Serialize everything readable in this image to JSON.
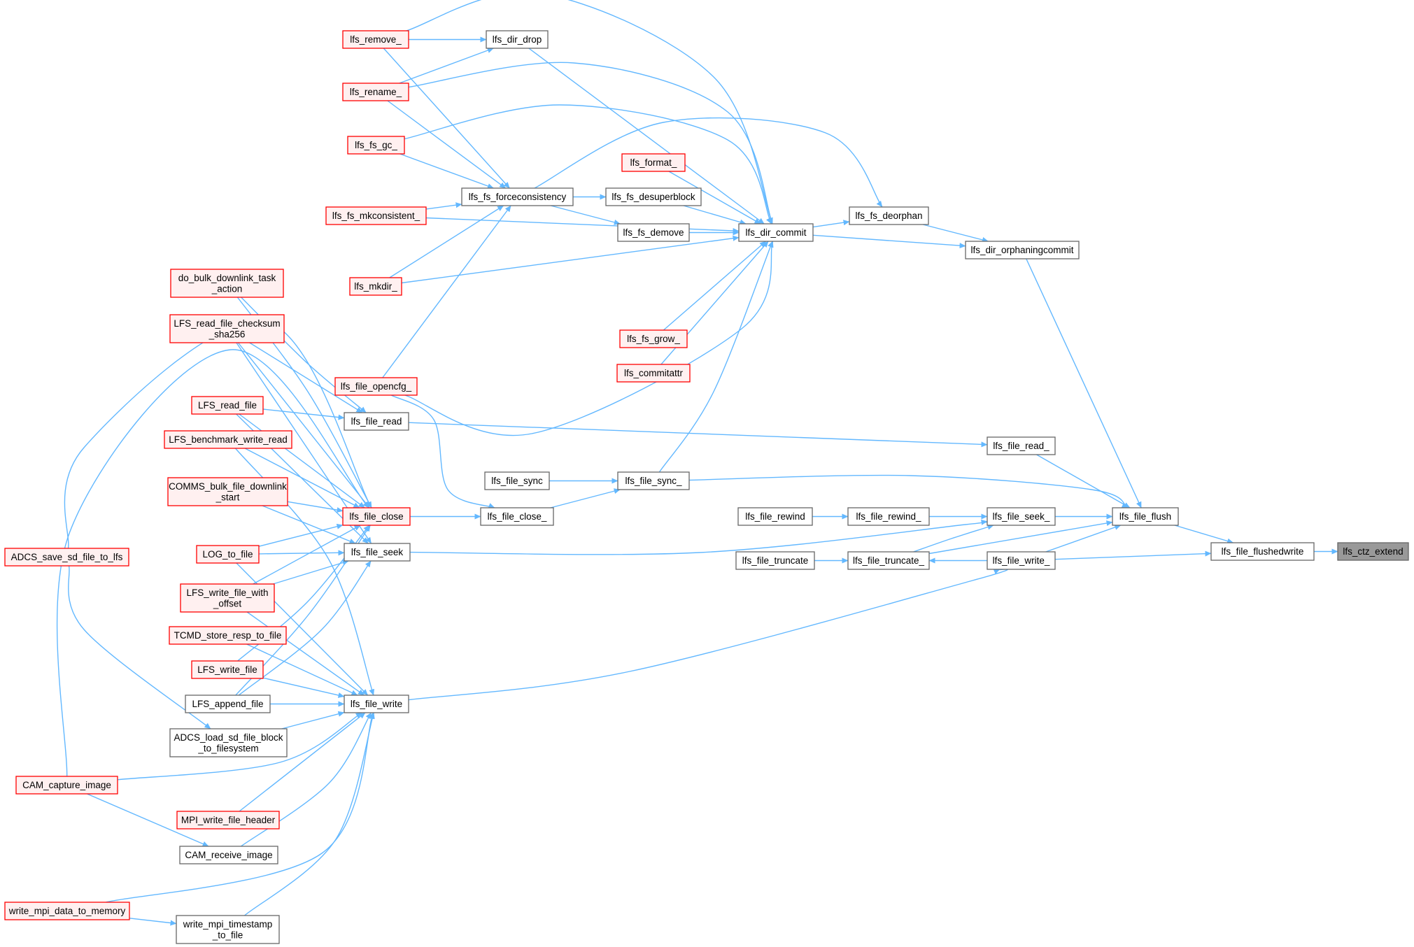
{
  "colors": {
    "edge": "#63b8ff",
    "node_fill": "#ffffff",
    "node_stroke": "#666666",
    "truncated_fill": "#fff0f0",
    "truncated_stroke": "#ff0000",
    "focus_fill": "#999999",
    "focus_stroke": "#666666"
  },
  "nodes": [
    {
      "id": "lfs_ctz_extend",
      "label": [
        "lfs_ctz_extend"
      ],
      "style": "focus"
    },
    {
      "id": "lfs_file_flushedwrite",
      "label": [
        "lfs_file_flushedwrite"
      ],
      "style": "normal"
    },
    {
      "id": "lfs_file_flush",
      "label": [
        "lfs_file_flush"
      ],
      "style": "normal"
    },
    {
      "id": "lfs_dir_orphaningcommit",
      "label": [
        "lfs_dir_orphaningcommit"
      ],
      "style": "normal"
    },
    {
      "id": "lfs_file_read_",
      "label": [
        "lfs_file_read_"
      ],
      "style": "normal"
    },
    {
      "id": "lfs_file_seek_",
      "label": [
        "lfs_file_seek_"
      ],
      "style": "normal"
    },
    {
      "id": "lfs_file_write_",
      "label": [
        "lfs_file_write_"
      ],
      "style": "normal"
    },
    {
      "id": "lfs_fs_deorphan",
      "label": [
        "lfs_fs_deorphan"
      ],
      "style": "normal"
    },
    {
      "id": "lfs_dir_commit",
      "label": [
        "lfs_dir_commit"
      ],
      "style": "normal"
    },
    {
      "id": "lfs_file_sync_",
      "label": [
        "lfs_file_sync_"
      ],
      "style": "normal"
    },
    {
      "id": "lfs_file_rewind_",
      "label": [
        "lfs_file_rewind_"
      ],
      "style": "normal"
    },
    {
      "id": "lfs_file_truncate_",
      "label": [
        "lfs_file_truncate_"
      ],
      "style": "normal"
    },
    {
      "id": "lfs_file_rewind",
      "label": [
        "lfs_file_rewind"
      ],
      "style": "normal"
    },
    {
      "id": "lfs_file_truncate",
      "label": [
        "lfs_file_truncate"
      ],
      "style": "normal"
    },
    {
      "id": "lfs_dir_drop",
      "label": [
        "lfs_dir_drop"
      ],
      "style": "normal"
    },
    {
      "id": "lfs_format_",
      "label": [
        "lfs_format_"
      ],
      "style": "truncated"
    },
    {
      "id": "lfs_fs_desuperblock",
      "label": [
        "lfs_fs_desuperblock"
      ],
      "style": "normal"
    },
    {
      "id": "lfs_fs_demove",
      "label": [
        "lfs_fs_demove"
      ],
      "style": "normal"
    },
    {
      "id": "lfs_fs_grow_",
      "label": [
        "lfs_fs_grow_"
      ],
      "style": "truncated"
    },
    {
      "id": "lfs_commitattr",
      "label": [
        "lfs_commitattr"
      ],
      "style": "truncated"
    },
    {
      "id": "lfs_file_sync",
      "label": [
        "lfs_file_sync"
      ],
      "style": "normal"
    },
    {
      "id": "lfs_file_close_",
      "label": [
        "lfs_file_close_"
      ],
      "style": "normal"
    },
    {
      "id": "lfs_fs_forceconsistency",
      "label": [
        "lfs_fs_forceconsistency"
      ],
      "style": "normal"
    },
    {
      "id": "lfs_remove_",
      "label": [
        "lfs_remove_"
      ],
      "style": "truncated"
    },
    {
      "id": "lfs_rename_",
      "label": [
        "lfs_rename_"
      ],
      "style": "truncated"
    },
    {
      "id": "lfs_fs_gc_",
      "label": [
        "lfs_fs_gc_"
      ],
      "style": "truncated"
    },
    {
      "id": "lfs_fs_mkconsistent_",
      "label": [
        "lfs_fs_mkconsistent_"
      ],
      "style": "truncated"
    },
    {
      "id": "lfs_mkdir_",
      "label": [
        "lfs_mkdir_"
      ],
      "style": "truncated"
    },
    {
      "id": "lfs_file_opencfg_",
      "label": [
        "lfs_file_opencfg_"
      ],
      "style": "truncated"
    },
    {
      "id": "lfs_file_read",
      "label": [
        "lfs_file_read"
      ],
      "style": "normal"
    },
    {
      "id": "lfs_file_close",
      "label": [
        "lfs_file_close"
      ],
      "style": "truncated"
    },
    {
      "id": "lfs_file_seek",
      "label": [
        "lfs_file_seek"
      ],
      "style": "normal"
    },
    {
      "id": "lfs_file_write",
      "label": [
        "lfs_file_write"
      ],
      "style": "normal"
    },
    {
      "id": "do_bulk_downlink_task_action",
      "label": [
        "do_bulk_downlink_task",
        "_action"
      ],
      "style": "truncated"
    },
    {
      "id": "LFS_read_file_checksum_sha256",
      "label": [
        "LFS_read_file_checksum",
        "_sha256"
      ],
      "style": "truncated"
    },
    {
      "id": "LFS_read_file",
      "label": [
        "LFS_read_file"
      ],
      "style": "truncated"
    },
    {
      "id": "LFS_benchmark_write_read",
      "label": [
        "LFS_benchmark_write_read"
      ],
      "style": "truncated"
    },
    {
      "id": "COMMS_bulk_file_downlink_start",
      "label": [
        "COMMS_bulk_file_downlink",
        "_start"
      ],
      "style": "truncated"
    },
    {
      "id": "LOG_to_file",
      "label": [
        "LOG_to_file"
      ],
      "style": "truncated"
    },
    {
      "id": "LFS_write_file_with_offset",
      "label": [
        "LFS_write_file_with",
        "_offset"
      ],
      "style": "truncated"
    },
    {
      "id": "TCMD_store_resp_to_file",
      "label": [
        "TCMD_store_resp_to_file"
      ],
      "style": "truncated"
    },
    {
      "id": "LFS_write_file",
      "label": [
        "LFS_write_file"
      ],
      "style": "truncated"
    },
    {
      "id": "LFS_append_file",
      "label": [
        "LFS_append_file"
      ],
      "style": "normal"
    },
    {
      "id": "ADCS_load_sd_file_block_to_filesystem",
      "label": [
        "ADCS_load_sd_file_block",
        "_to_filesystem"
      ],
      "style": "normal"
    },
    {
      "id": "MPI_write_file_header",
      "label": [
        "MPI_write_file_header"
      ],
      "style": "truncated"
    },
    {
      "id": "CAM_receive_image",
      "label": [
        "CAM_receive_image"
      ],
      "style": "normal"
    },
    {
      "id": "write_mpi_timestamp_to_file",
      "label": [
        "write_mpi_timestamp",
        "_to_file"
      ],
      "style": "normal"
    },
    {
      "id": "ADCS_save_sd_file_to_lfs",
      "label": [
        "ADCS_save_sd_file_to_lfs"
      ],
      "style": "truncated"
    },
    {
      "id": "CAM_capture_image",
      "label": [
        "CAM_capture_image"
      ],
      "style": "truncated"
    },
    {
      "id": "write_mpi_data_to_memory",
      "label": [
        "write_mpi_data_to_memory"
      ],
      "style": "truncated"
    }
  ],
  "edges": [
    [
      "lfs_file_flushedwrite",
      "lfs_ctz_extend"
    ],
    [
      "lfs_file_flush",
      "lfs_file_flushedwrite"
    ],
    [
      "lfs_file_write_",
      "lfs_file_flushedwrite"
    ],
    [
      "lfs_dir_orphaningcommit",
      "lfs_file_flush"
    ],
    [
      "lfs_file_read_",
      "lfs_file_flush"
    ],
    [
      "lfs_file_seek_",
      "lfs_file_flush"
    ],
    [
      "lfs_file_write_",
      "lfs_file_flush"
    ],
    [
      "lfs_file_sync_",
      "lfs_file_flush"
    ],
    [
      "lfs_file_truncate_",
      "lfs_file_flush"
    ],
    [
      "lfs_fs_deorphan",
      "lfs_dir_orphaningcommit"
    ],
    [
      "lfs_dir_commit",
      "lfs_dir_orphaningcommit"
    ],
    [
      "lfs_dir_commit",
      "lfs_fs_deorphan"
    ],
    [
      "lfs_fs_forceconsistency",
      "lfs_fs_deorphan"
    ],
    [
      "lfs_dir_drop",
      "lfs_dir_commit"
    ],
    [
      "lfs_remove_",
      "lfs_dir_commit"
    ],
    [
      "lfs_rename_",
      "lfs_dir_commit"
    ],
    [
      "lfs_fs_gc_",
      "lfs_dir_commit"
    ],
    [
      "lfs_format_",
      "lfs_dir_commit"
    ],
    [
      "lfs_fs_desuperblock",
      "lfs_dir_commit"
    ],
    [
      "lfs_fs_demove",
      "lfs_dir_commit"
    ],
    [
      "lfs_fs_mkconsistent_",
      "lfs_dir_commit"
    ],
    [
      "lfs_mkdir_",
      "lfs_dir_commit"
    ],
    [
      "lfs_fs_grow_",
      "lfs_dir_commit"
    ],
    [
      "lfs_commitattr",
      "lfs_dir_commit"
    ],
    [
      "lfs_file_opencfg_",
      "lfs_dir_commit"
    ],
    [
      "lfs_file_sync_",
      "lfs_dir_commit"
    ],
    [
      "lfs_remove_",
      "lfs_dir_drop"
    ],
    [
      "lfs_rename_",
      "lfs_dir_drop"
    ],
    [
      "lfs_fs_forceconsistency",
      "lfs_fs_desuperblock"
    ],
    [
      "lfs_fs_forceconsistency",
      "lfs_fs_demove"
    ],
    [
      "lfs_remove_",
      "lfs_fs_forceconsistency"
    ],
    [
      "lfs_rename_",
      "lfs_fs_forceconsistency"
    ],
    [
      "lfs_fs_gc_",
      "lfs_fs_forceconsistency"
    ],
    [
      "lfs_fs_mkconsistent_",
      "lfs_fs_forceconsistency"
    ],
    [
      "lfs_mkdir_",
      "lfs_fs_forceconsistency"
    ],
    [
      "lfs_file_opencfg_",
      "lfs_fs_forceconsistency"
    ],
    [
      "lfs_file_read",
      "lfs_file_read_"
    ],
    [
      "lfs_file_sync",
      "lfs_file_sync_"
    ],
    [
      "lfs_file_close_",
      "lfs_file_sync_"
    ],
    [
      "lfs_file_opencfg_",
      "lfs_file_close_"
    ],
    [
      "lfs_file_close",
      "lfs_file_close_"
    ],
    [
      "lfs_file_rewind_",
      "lfs_file_seek_"
    ],
    [
      "lfs_file_seek",
      "lfs_file_seek_"
    ],
    [
      "lfs_file_truncate_",
      "lfs_file_seek_"
    ],
    [
      "lfs_file_rewind",
      "lfs_file_rewind_"
    ],
    [
      "lfs_file_truncate",
      "lfs_file_truncate_"
    ],
    [
      "lfs_file_write_",
      "lfs_file_truncate_"
    ],
    [
      "lfs_file_write",
      "lfs_file_write_"
    ],
    [
      "do_bulk_downlink_task_action",
      "lfs_file_read"
    ],
    [
      "LFS_read_file_checksum_sha256",
      "lfs_file_read"
    ],
    [
      "LFS_read_file",
      "lfs_file_read"
    ],
    [
      "do_bulk_downlink_task_action",
      "lfs_file_close"
    ],
    [
      "LFS_read_file_checksum_sha256",
      "lfs_file_close"
    ],
    [
      "LFS_read_file",
      "lfs_file_close"
    ],
    [
      "LFS_benchmark_write_read",
      "lfs_file_close"
    ],
    [
      "COMMS_bulk_file_downlink_start",
      "lfs_file_close"
    ],
    [
      "LOG_to_file",
      "lfs_file_close"
    ],
    [
      "LFS_write_file_with_offset",
      "lfs_file_close"
    ],
    [
      "LFS_write_file",
      "lfs_file_close"
    ],
    [
      "LFS_append_file",
      "lfs_file_close"
    ],
    [
      "ADCS_save_sd_file_to_lfs",
      "lfs_file_close"
    ],
    [
      "CAM_capture_image",
      "lfs_file_close"
    ],
    [
      "LFS_read_file_checksum_sha256",
      "lfs_file_seek"
    ],
    [
      "LFS_read_file",
      "lfs_file_seek"
    ],
    [
      "COMMS_bulk_file_downlink_start",
      "lfs_file_seek"
    ],
    [
      "LOG_to_file",
      "lfs_file_seek"
    ],
    [
      "LFS_write_file_with_offset",
      "lfs_file_seek"
    ],
    [
      "LFS_append_file",
      "lfs_file_seek"
    ],
    [
      "LFS_benchmark_write_read",
      "lfs_file_write"
    ],
    [
      "LOG_to_file",
      "lfs_file_write"
    ],
    [
      "LFS_write_file_with_offset",
      "lfs_file_write"
    ],
    [
      "TCMD_store_resp_to_file",
      "lfs_file_write"
    ],
    [
      "LFS_write_file",
      "lfs_file_write"
    ],
    [
      "LFS_append_file",
      "lfs_file_write"
    ],
    [
      "ADCS_load_sd_file_block_to_filesystem",
      "lfs_file_write"
    ],
    [
      "CAM_capture_image",
      "lfs_file_write"
    ],
    [
      "MPI_write_file_header",
      "lfs_file_write"
    ],
    [
      "CAM_receive_image",
      "lfs_file_write"
    ],
    [
      "write_mpi_data_to_memory",
      "lfs_file_write"
    ],
    [
      "write_mpi_timestamp_to_file",
      "lfs_file_write"
    ],
    [
      "ADCS_save_sd_file_to_lfs",
      "ADCS_load_sd_file_block_to_filesystem"
    ],
    [
      "CAM_capture_image",
      "CAM_receive_image"
    ],
    [
      "write_mpi_data_to_memory",
      "write_mpi_timestamp_to_file"
    ]
  ]
}
